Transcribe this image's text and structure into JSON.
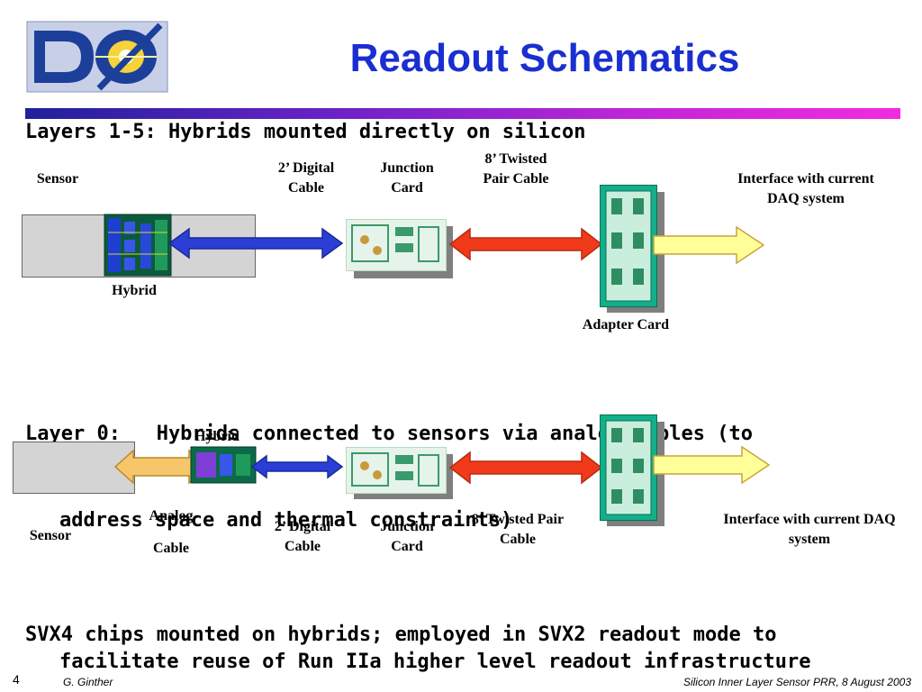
{
  "header": {
    "title": "Readout Schematics",
    "logo_icon": "d0-logo-icon"
  },
  "section1": {
    "heading": "Layers 1-5: Hybrids mounted directly on silicon",
    "labels": {
      "sensor": "Sensor",
      "hybrid": "Hybrid",
      "digital_cable_1": "2’ Digital",
      "digital_cable_2": "Cable",
      "junction_1": "Junction",
      "junction_2": "Card",
      "twisted_1": "8’ Twisted",
      "twisted_2": "Pair Cable",
      "interface_1": "Interface with current",
      "interface_2": "DAQ system",
      "adapter": "Adapter Card"
    }
  },
  "section2": {
    "heading_line1": "Layer 0:   Hybrids connected to sensors via analog cables (to",
    "heading_line2": "address space and thermal constraints)",
    "labels": {
      "hybrid": "Hybrid",
      "analog_1": "Analog",
      "analog_2": "Cable",
      "sensor": "Sensor",
      "digital_cable_1": "2’ Digital",
      "digital_cable_2": "Cable",
      "junction_1": "Junction",
      "junction_2": "Card",
      "twisted_1": "8’ Twisted Pair",
      "twisted_2": "Cable",
      "interface_1": "Interface with current DAQ",
      "interface_2": "system"
    }
  },
  "section3": {
    "line1": "SVX4 chips mounted on hybrids; employed in SVX2 readout mode to",
    "line2": "facilitate reuse of Run IIa higher level readout infrastructure"
  },
  "footer": {
    "page_number": "4",
    "author": "G. Ginther",
    "event": "Silicon Inner Layer Sensor PRR, 8 August 2003"
  },
  "colors": {
    "title": "#1a2fd0",
    "digital_arrow": "#2b3fd6",
    "twisted_arrow": "#f03a1a",
    "analog_arrow": "#f7c66a",
    "interface_arrow": "#ffff99",
    "adapter_card": "#12b08a"
  }
}
